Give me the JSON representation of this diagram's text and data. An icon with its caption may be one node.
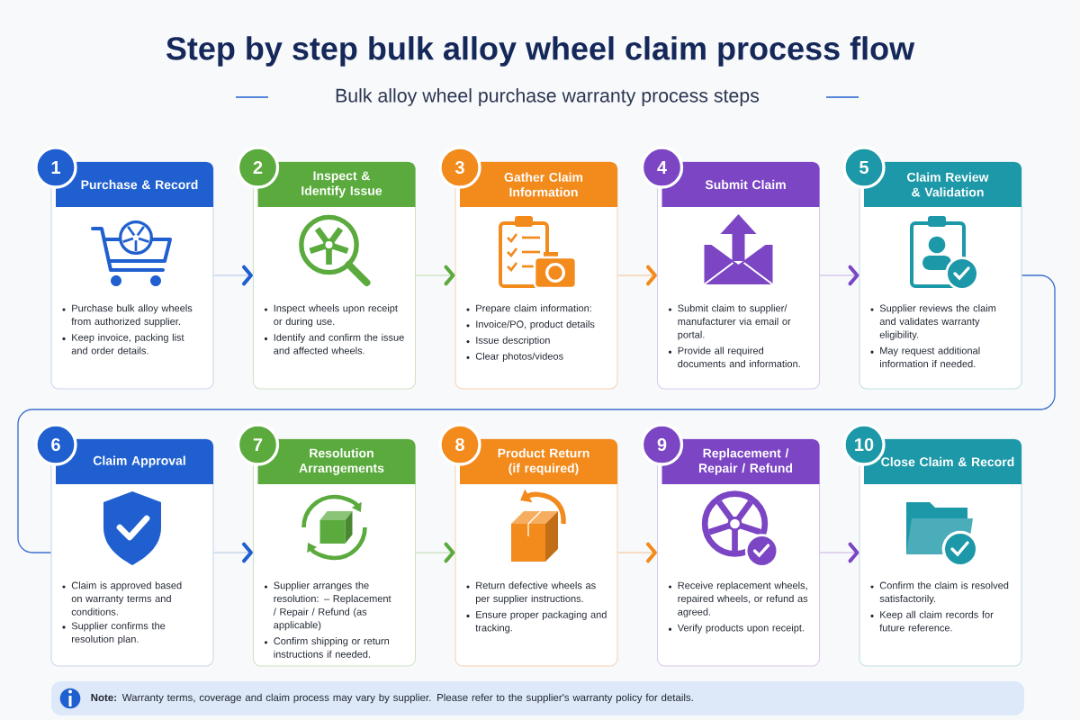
{
  "diagram": {
    "title": "Step by step bulk alloy wheel claim process flow",
    "nodes": [
      {
        "text": [
          "1",
          "Purchase & Record",
          "Purchase bulk alloy wheels from authorized supplier.",
          "Keep invoice, packing list and order details."
        ]
      },
      {
        "text": [
          "2",
          "Inspect & Identify Issue",
          "Inspect wheels upon receipt or during use.",
          "Identify and confirm the issue and affected wheels."
        ]
      },
      {
        "text": [
          "3",
          "Gather Claim Information",
          "Prepare claim information:",
          "Invoice/PO, product details",
          "Issue description",
          "Clear photos/videos"
        ]
      },
      {
        "text": [
          "4",
          "Submit Claim",
          "Submit claim to supplier/ manufacturer via email or portal.",
          "Provide all required documents and information."
        ]
      },
      {
        "text": [
          "5",
          "Claim Review & Validation",
          "Supplier reviews the claim and validates warranty eligibility.",
          "May request additional information if needed."
        ]
      },
      {
        "text": [
          "6",
          "Claim Approval",
          "Claim is approved based on warranty terms and conditions.",
          "Supplier confirms the resolution plan."
        ]
      },
      {
        "text": [
          "7",
          "Resolution Arrangements",
          "Supplier arranges the resolution: – Replacement / Repair / Refund (as applicable)",
          "Confirm shipping or return instructions if needed."
        ]
      },
      {
        "text": [
          "8",
          "Product Return (if required)",
          "Return defective wheels as per supplier instructions.",
          "Ensure proper packaging and tracking."
        ]
      },
      {
        "text": [
          "9",
          "Replacement / Repair / Refund",
          "Receive replacement wheels, repaired wheels, or refund as agreed.",
          "Verify products upon receipt."
        ]
      },
      {
        "text": [
          "10",
          "Close Claim & Record",
          "Confirm the claim is resolved satisfactorily.",
          "Keep all claim records for future reference."
        ]
      },
      {
        "text": [
          "**Note:** Warranty terms, coverage and claim process may vary by supplier. Please refer to the supplier's warranty policy for details."
        ]
      }
    ],
    "edges": [
      {
        "from": 0,
        "to": 1,
        "arrow": "to"
      },
      {
        "from": 1,
        "to": 2,
        "arrow": "to"
      },
      {
        "from": 2,
        "to": 3,
        "arrow": "to"
      },
      {
        "from": 3,
        "to": 4,
        "arrow": "to"
      },
      {
        "from": 4,
        "to": 5,
        "arrow": "none",
        "color": "#3b6fcf"
      },
      {
        "from": 5,
        "to": 6,
        "arrow": "to"
      },
      {
        "from": 6,
        "to": 7,
        "arrow": "to"
      },
      {
        "from": 7,
        "to": 8,
        "arrow": "to"
      },
      {
        "from": 8,
        "to": 9,
        "arrow": "to"
      }
    ],
    "labels": [
      "Bulk alloy wheel purchase warranty process steps"
    ]
  }
}
